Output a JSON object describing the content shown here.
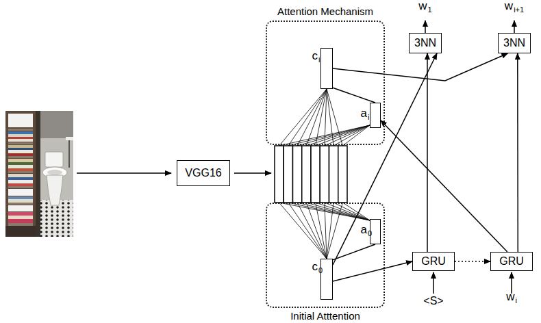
{
  "diagram": {
    "nodes": [
      {
        "text": [
          "VGG16"
        ]
      },
      {
        "text": [
          "Attention Mechanism"
        ]
      },
      {
        "text": [
          "ci"
        ],
        "in": 1
      },
      {
        "text": [
          "ai"
        ],
        "in": 1
      },
      {
        "text": [
          "Initial Atttention"
        ]
      },
      {
        "text": [
          "a0"
        ],
        "in": 4
      },
      {
        "text": [
          "c0"
        ],
        "in": 4
      },
      {
        "text": [
          "3NN"
        ]
      },
      {
        "text": [
          "3NN"
        ]
      },
      {
        "text": [
          "GRU"
        ]
      },
      {
        "text": [
          "GRU"
        ]
      }
    ],
    "edges": [
      {
        "from": 2,
        "to": 8,
        "arrow": "to"
      },
      {
        "from": 2,
        "to": 3,
        "arrow": "none"
      },
      {
        "from": 5,
        "to": 6,
        "arrow": "none"
      },
      {
        "from": 6,
        "to": 7,
        "arrow": "to"
      },
      {
        "from": 6,
        "to": 9,
        "arrow": "to"
      },
      {
        "from": 9,
        "to": 7,
        "arrow": "to"
      },
      {
        "from": 9,
        "to": 10,
        "arrow": "to"
      },
      {
        "from": 10,
        "to": 3,
        "arrow": "to"
      },
      {
        "from": 10,
        "to": 8,
        "arrow": "to"
      }
    ],
    "labels": [
      "w1",
      "wi+1",
      "<S>",
      "wi"
    ]
  }
}
